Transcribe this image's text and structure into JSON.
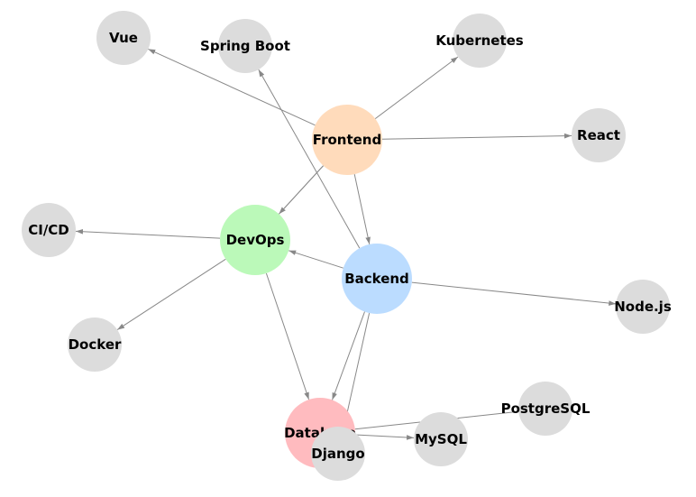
{
  "diagram": {
    "colors": {
      "edge": "#888888",
      "text": "#000000",
      "background": "#ffffff"
    },
    "nodes": [
      {
        "id": "frontend",
        "label": "Frontend",
        "color": "#ffdbbb",
        "size": "large"
      },
      {
        "id": "devops",
        "label": "DevOps",
        "color": "#bbf9b9",
        "size": "large"
      },
      {
        "id": "backend",
        "label": "Backend",
        "color": "#bbdcff",
        "size": "large"
      },
      {
        "id": "database",
        "label": "Database",
        "color": "#ffbbbf",
        "size": "large"
      },
      {
        "id": "vue",
        "label": "Vue",
        "color": "#dcdcdc",
        "size": "small"
      },
      {
        "id": "springboot",
        "label": "Spring Boot",
        "color": "#dcdcdc",
        "size": "small"
      },
      {
        "id": "kubernetes",
        "label": "Kubernetes",
        "color": "#dcdcdc",
        "size": "small"
      },
      {
        "id": "react",
        "label": "React",
        "color": "#dcdcdc",
        "size": "small"
      },
      {
        "id": "cicd",
        "label": "CI/CD",
        "color": "#dcdcdc",
        "size": "small"
      },
      {
        "id": "nodejs",
        "label": "Node.js",
        "color": "#dcdcdc",
        "size": "small"
      },
      {
        "id": "docker",
        "label": "Docker",
        "color": "#dcdcdc",
        "size": "small"
      },
      {
        "id": "postgresql",
        "label": "PostgreSQL",
        "color": "#dcdcdc",
        "size": "small"
      },
      {
        "id": "mysql",
        "label": "MySQL",
        "color": "#dcdcdc",
        "size": "small"
      },
      {
        "id": "django",
        "label": "Django",
        "color": "#dcdcdc",
        "size": "small"
      }
    ],
    "edges": [
      {
        "from": "frontend",
        "to": "vue",
        "arrow": true
      },
      {
        "from": "frontend",
        "to": "kubernetes",
        "arrow": true
      },
      {
        "from": "frontend",
        "to": "react",
        "arrow": true
      },
      {
        "from": "frontend",
        "to": "devops",
        "arrow": true
      },
      {
        "from": "frontend",
        "to": "backend",
        "arrow": true
      },
      {
        "from": "devops",
        "to": "frontend",
        "arrow": false
      },
      {
        "from": "devops",
        "to": "cicd",
        "arrow": true
      },
      {
        "from": "devops",
        "to": "docker",
        "arrow": true
      },
      {
        "from": "devops",
        "to": "database",
        "arrow": true
      },
      {
        "from": "backend",
        "to": "springboot",
        "arrow": true
      },
      {
        "from": "backend",
        "to": "devops",
        "arrow": true
      },
      {
        "from": "backend",
        "to": "nodejs",
        "arrow": true
      },
      {
        "from": "backend",
        "to": "database",
        "arrow": true
      },
      {
        "from": "backend",
        "to": "django",
        "arrow": false
      },
      {
        "from": "database",
        "to": "mysql",
        "arrow": true
      },
      {
        "from": "database",
        "to": "postgresql",
        "arrow": false
      }
    ]
  }
}
